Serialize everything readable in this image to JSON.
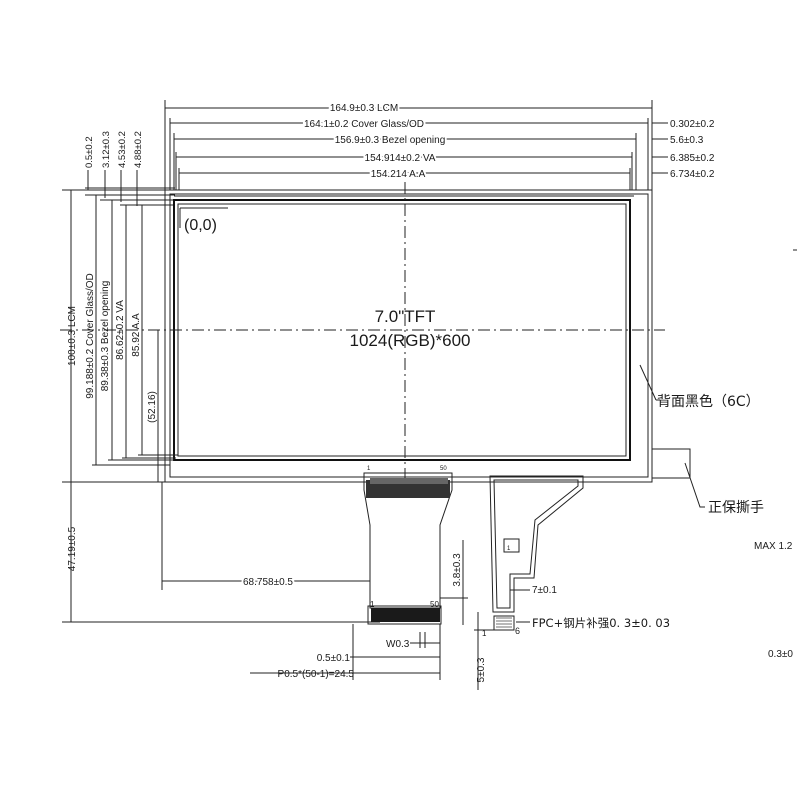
{
  "top_dims": {
    "lcm": "164.9±0.3 LCM",
    "cover_glass": "164.1±0.2 Cover Glass/OD",
    "bezel": "156.9±0.3 Bezel opening",
    "va": "154.914±0.2 VA",
    "aa": "154.214 A.A"
  },
  "right_dims": [
    "0.302±0.2",
    "5.6±0.3",
    "6.385±0.2",
    "6.734±0.2"
  ],
  "top_left_vertical": [
    "0.5±0.2",
    "3.12±0.3",
    "4.53±0.2",
    "4.88±0.2"
  ],
  "left_dims": {
    "lcm": "100±0.3 LCM",
    "cover_glass": "99.188±0.2 Cover Glass/OD",
    "bezel": "89.38±0.3 Bezel opening",
    "va": "86.62±0.2 VA",
    "aa": "85.92 A.A",
    "center": "(52.16)",
    "fpc": "47.19±0.5"
  },
  "origin": "(0,0)",
  "panel": {
    "line1": "7.0\"TFT",
    "line2": "1024(RGB)*600"
  },
  "notes": {
    "back": "背面黑色（6C）",
    "tab": "正保撕手",
    "fpc_stiffener": "FPC+钢片补强0. 3±0. 03",
    "max": "MAX 1.2",
    "thickness": "0.3±0"
  },
  "fpc_dims": {
    "offset": "68.758±0.5",
    "length": "3.8±0.3",
    "tab_width": "7±0.1",
    "pin_width": "W0.3",
    "pin_gap": "0.5±0.1",
    "pitch": "P0.5*(50-1)=24.5",
    "tail": "5±0.3",
    "pin_first": "1",
    "pin_last": "50",
    "top_pin_first": "1",
    "top_pin_last": "50",
    "small_pin": "1",
    "small_label": "1",
    "tail_mark": "6"
  }
}
